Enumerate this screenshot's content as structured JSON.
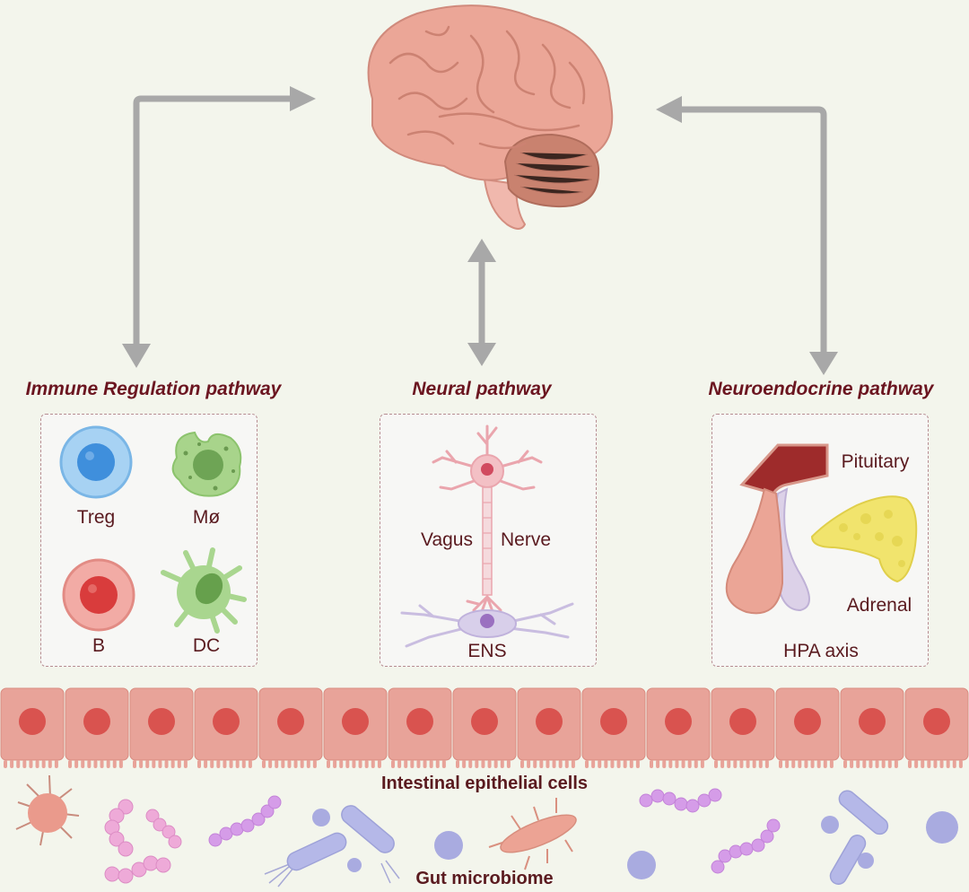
{
  "figure": {
    "center_organ": "brain",
    "arrows": [
      {
        "from": "brain",
        "to": "immune-regulation-pathway",
        "direction": "bidirectional"
      },
      {
        "from": "brain",
        "to": "neural-pathway",
        "direction": "bidirectional"
      },
      {
        "from": "brain",
        "to": "neuroendocrine-pathway",
        "direction": "bidirectional"
      }
    ],
    "colors": {
      "background": "#f3f5ec",
      "arrow": "#a8a8a8",
      "heading_text": "#6b1520",
      "brain": "#e9a392",
      "epithelium": "#e8a399",
      "nucleus": "#d9534f"
    }
  },
  "pathways": {
    "immune": {
      "title": "Immune Regulation pathway",
      "cells": [
        {
          "label": "Treg",
          "icon": "treg-cell-icon",
          "color": "#6fb2ea"
        },
        {
          "label": "Mø",
          "icon": "macrophage-icon",
          "color": "#9ccc7c"
        },
        {
          "label": "B",
          "icon": "b-cell-icon",
          "color": "#ea8c86"
        },
        {
          "label": "DC",
          "icon": "dendritic-cell-icon",
          "color": "#a9d68f"
        }
      ]
    },
    "neural": {
      "title": "Neural pathway",
      "vagus_left": "Vagus",
      "vagus_right": "Nerve",
      "ens": "ENS"
    },
    "neuroendocrine": {
      "title": "Neuroendocrine pathway",
      "pituitary": "Pituitary",
      "adrenal": "Adrenal",
      "axis": "HPA axis"
    }
  },
  "epithelium": {
    "label": "Intestinal epithelial cells",
    "cell_count": 15
  },
  "microbiome": {
    "label": "Gut microbiome"
  }
}
